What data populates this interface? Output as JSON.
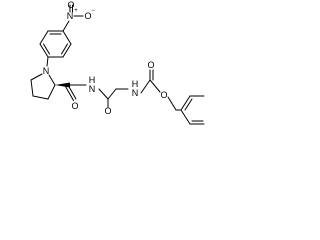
{
  "structure": {
    "atoms": {
      "nitro_n": "N",
      "nitro_o_top": "O",
      "nitro_o_right": "O",
      "nitro_n_charge": "+",
      "nitro_o_charge": "−",
      "pyrrolidine_n": "N",
      "amide_n1": "N",
      "amide_h1": "H",
      "amide_o1": "O",
      "amide_n2": "N",
      "amide_h2": "H",
      "carbamate_o_double": "O",
      "carbamate_o_ester": "O"
    },
    "colors": {
      "bond": "#000000",
      "label": "#000000",
      "background": "#ffffff"
    }
  }
}
